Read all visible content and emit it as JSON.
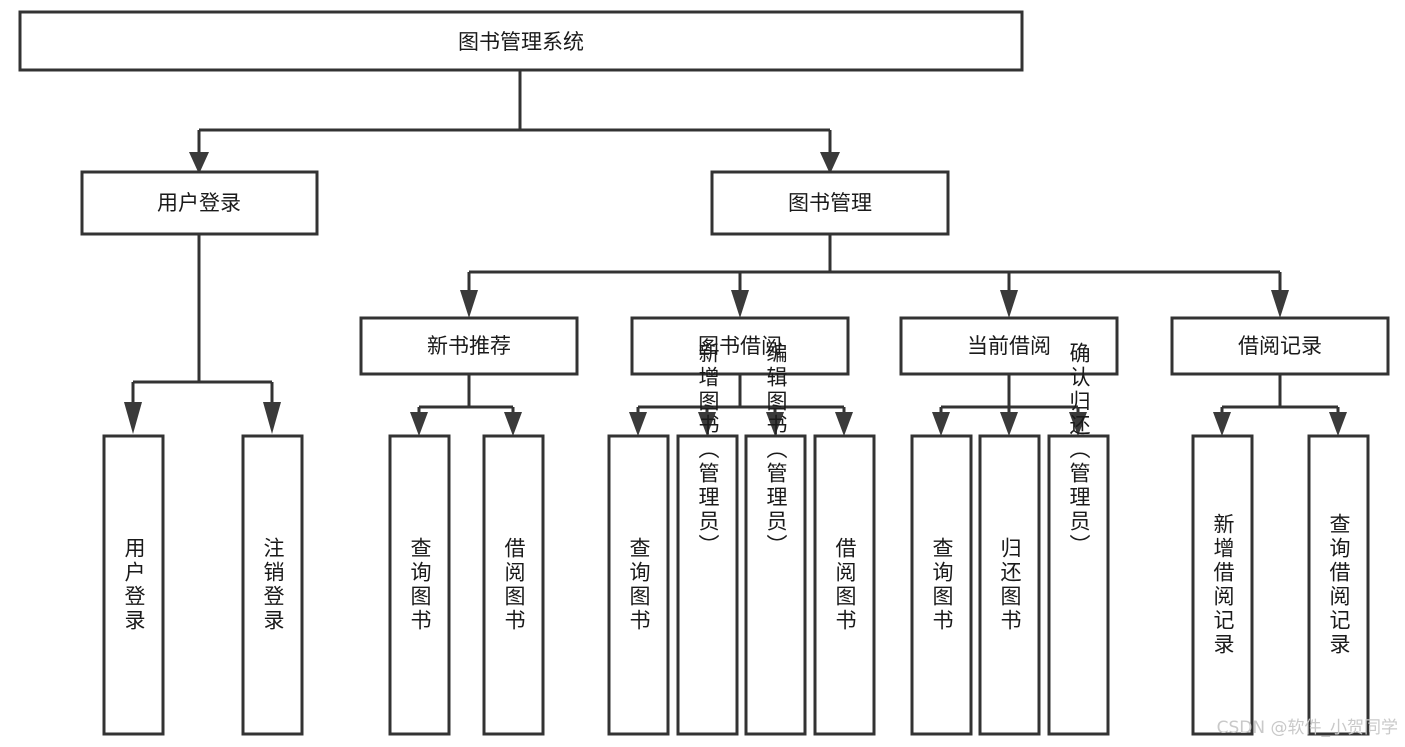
{
  "diagram": {
    "type": "tree-hierarchy-chart",
    "title": "图书管理系统",
    "orientation": "top-down",
    "colors": {
      "box_stroke": "#333333",
      "box_fill": "#ffffff",
      "connector": "#333333",
      "text": "#1a1a1a",
      "watermark": "#c9c9c9",
      "background": "#ffffff"
    },
    "root": {
      "label": "图书管理系统"
    },
    "level2": [
      {
        "id": "user-login",
        "label": "用户登录"
      },
      {
        "id": "book-manage",
        "label": "图书管理"
      }
    ],
    "level3": [
      {
        "id": "new-book-recommend",
        "label": "新书推荐",
        "parent": "book-manage"
      },
      {
        "id": "book-borrow",
        "label": "图书借阅",
        "parent": "book-manage"
      },
      {
        "id": "current-borrow",
        "label": "当前借阅",
        "parent": "book-manage"
      },
      {
        "id": "borrow-record",
        "label": "借阅记录",
        "parent": "book-manage"
      }
    ],
    "leaves": {
      "user-login": [
        {
          "id": "leaf-user-login",
          "label": "用户登录"
        },
        {
          "id": "leaf-logout-login",
          "label": "注销登录"
        }
      ],
      "new-book-recommend": [
        {
          "id": "leaf-query-book-1",
          "label": "查询图书"
        },
        {
          "id": "leaf-borrow-book-1",
          "label": "借阅图书"
        }
      ],
      "book-borrow": [
        {
          "id": "leaf-query-book-2",
          "label": "查询图书"
        },
        {
          "id": "leaf-add-book",
          "label": "新增图书（管理员）"
        },
        {
          "id": "leaf-edit-book",
          "label": "编辑图书（管理员）"
        },
        {
          "id": "leaf-borrow-book-2",
          "label": "借阅图书"
        }
      ],
      "current-borrow": [
        {
          "id": "leaf-query-book-3",
          "label": "查询图书"
        },
        {
          "id": "leaf-return-book",
          "label": "归还图书"
        },
        {
          "id": "leaf-confirm-return",
          "label": "确认归还（管理员）"
        }
      ],
      "borrow-record": [
        {
          "id": "leaf-add-record",
          "label": "新增借阅记录"
        },
        {
          "id": "leaf-query-record",
          "label": "查询借阅记录"
        }
      ]
    }
  },
  "watermark": {
    "text": "CSDN @软件_小贺同学"
  }
}
